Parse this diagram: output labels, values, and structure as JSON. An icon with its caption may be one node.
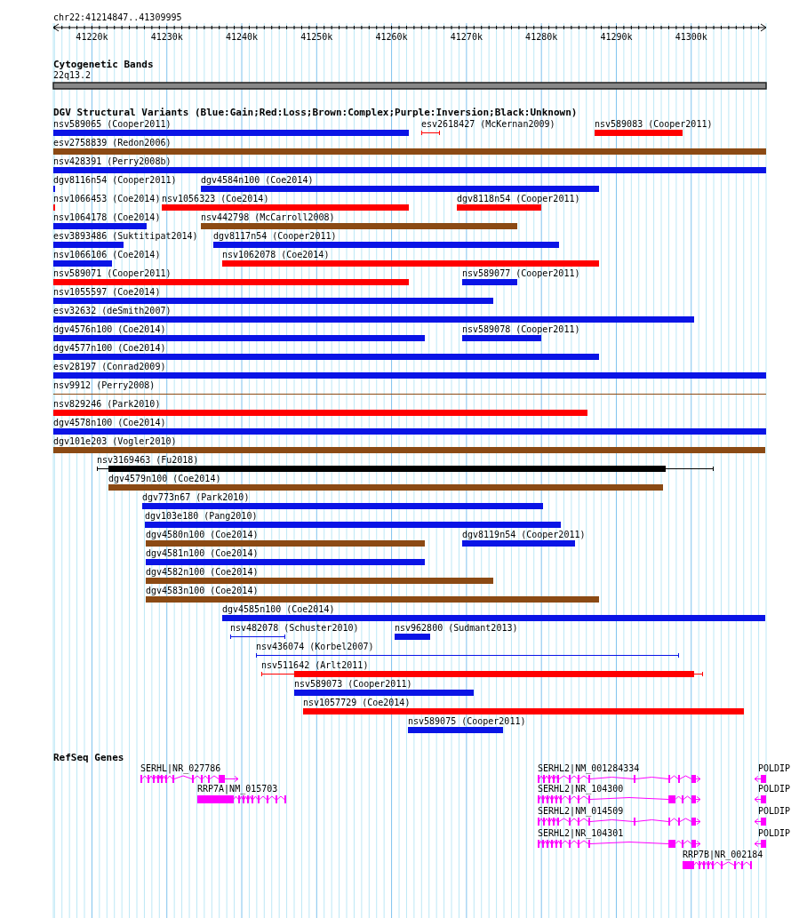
{
  "diagram": {
    "title": "chr22:41214847..41309995",
    "nodes": [
      {
        "text": [
          "22q13.2"
        ]
      },
      {
        "text": [
          "nsv589065 (Cooper2011)"
        ]
      },
      {
        "text": [
          "esv2618427 (McKernan2009)"
        ]
      },
      {
        "text": [
          "nsv589083 (Cooper2011)"
        ]
      },
      {
        "text": [
          "esv2758839 (Redon2006)"
        ]
      },
      {
        "text": [
          "nsv428391 (Perry2008b)"
        ]
      },
      {
        "text": [
          "dgv8116n54 (Cooper2011)"
        ]
      },
      {
        "text": [
          "dgv4584n100 (Coe2014)"
        ]
      },
      {
        "text": [
          "nsv1066453 (Coe2014)"
        ]
      },
      {
        "text": [
          "nsv1056323 (Coe2014)"
        ]
      },
      {
        "text": [
          "dgv8118n54 (Cooper2011)"
        ]
      },
      {
        "text": [
          "nsv1064178 (Coe2014)"
        ]
      },
      {
        "text": [
          "nsv442798 (McCarroll2008)"
        ]
      },
      {
        "text": [
          "esv3893486 (Suktitipat2014)"
        ]
      },
      {
        "text": [
          "dgv8117n54 (Cooper2011)"
        ]
      },
      {
        "text": [
          "nsv1066106 (Coe2014)"
        ]
      },
      {
        "text": [
          "nsv1062078 (Coe2014)"
        ]
      },
      {
        "text": [
          "nsv589071 (Cooper2011)"
        ]
      },
      {
        "text": [
          "nsv589077 (Cooper2011)"
        ]
      },
      {
        "text": [
          "nsv1055597 (Coe2014)"
        ]
      },
      {
        "text": [
          "esv32632 (deSmith2007)"
        ]
      },
      {
        "text": [
          "dgv4576n100 (Coe2014)"
        ]
      },
      {
        "text": [
          "nsv589078 (Cooper2011)"
        ]
      },
      {
        "text": [
          "dgv4577n100 (Coe2014)"
        ]
      },
      {
        "text": [
          "esv28197 (Conrad2009)"
        ]
      },
      {
        "text": [
          "nsv9912 (Perry2008)"
        ]
      },
      {
        "text": [
          "nsv829246 (Park2010)"
        ]
      },
      {
        "text": [
          "dgv4578n100 (Coe2014)"
        ]
      },
      {
        "text": [
          "dgv101e203 (Vogler2010)"
        ]
      },
      {
        "text": [
          "nsv3169463 (Fu2018)"
        ]
      },
      {
        "text": [
          "dgv4579n100 (Coe2014)"
        ]
      },
      {
        "text": [
          "dgv773n67 (Park2010)"
        ]
      },
      {
        "text": [
          "dgv103e180 (Pang2010)"
        ]
      },
      {
        "text": [
          "dgv4580n100 (Coe2014)"
        ]
      },
      {
        "text": [
          "dgv8119n54 (Cooper2011)"
        ]
      },
      {
        "text": [
          "dgv4581n100 (Coe2014)"
        ]
      },
      {
        "text": [
          "dgv4582n100 (Coe2014)"
        ]
      },
      {
        "text": [
          "dgv4583n100 (Coe2014)"
        ]
      },
      {
        "text": [
          "dgv4585n100 (Coe2014)"
        ]
      },
      {
        "text": [
          "nsv482078 (Schuster2010)"
        ]
      },
      {
        "text": [
          "nsv962800 (Sudmant2013)"
        ]
      },
      {
        "text": [
          "nsv436074 (Korbel2007)"
        ]
      },
      {
        "text": [
          "nsv511642 (Arlt2011)"
        ]
      },
      {
        "text": [
          "nsv589073 (Cooper2011)"
        ]
      },
      {
        "text": [
          "nsv1057729 (Coe2014)"
        ]
      },
      {
        "text": [
          "nsv589075 (Cooper2011)"
        ]
      },
      {
        "text": [
          "SERHL|NR_027786"
        ]
      },
      {
        "text": [
          "RRP7A|NM_015703"
        ]
      },
      {
        "text": [
          "SERHL2|NM_001284334"
        ]
      },
      {
        "text": [
          "POLDIP"
        ]
      },
      {
        "text": [
          "SERHL2|NR_104300"
        ]
      },
      {
        "text": [
          "POLDIP"
        ]
      },
      {
        "text": [
          "SERHL2|NM_014509"
        ]
      },
      {
        "text": [
          "POLDIP"
        ]
      },
      {
        "text": [
          "SERHL2|NR_104301"
        ]
      },
      {
        "text": [
          "POLDIP"
        ]
      },
      {
        "text": [
          "RRP7B|NR_002184"
        ]
      }
    ],
    "labels": [
      "41220k",
      "41230k",
      "41240k",
      "41250k",
      "41260k",
      "41270k",
      "41280k",
      "41290k",
      "41300k",
      "Cytogenetic Bands",
      "DGV Structural Variants (Blue:Gain;Red:Loss;Brown:Complex;Purple:Inversion;Black:Unknown)",
      "RefSeq Genes"
    ]
  }
}
